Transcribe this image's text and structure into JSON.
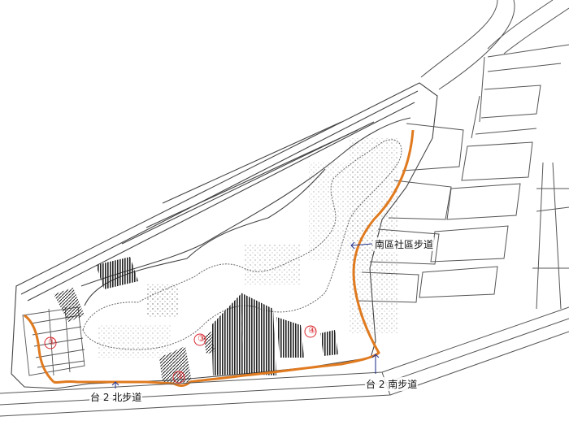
{
  "labels": {
    "south_community_trail": "南區社區步道",
    "route2_south_trail": "台 2 南步道",
    "route2_north_trail": "台 2 北步道"
  },
  "markers": [
    "①",
    "②",
    "③",
    "④"
  ],
  "colors": {
    "trail": "#e07a1f",
    "arrow": "#2b3a8f",
    "marker": "#d8262d",
    "linework": "#555555",
    "dense": "#222222"
  },
  "icons": [
    "arrow-icon"
  ]
}
